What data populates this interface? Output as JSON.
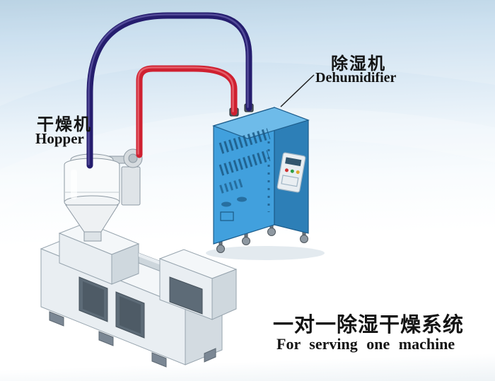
{
  "labels": {
    "hopper_cn": "干燥机",
    "hopper_en": "Hopper",
    "dehumidifier_cn": "除湿机",
    "dehumidifier_en": "Dehumidifier",
    "caption_cn": "一对一除湿干燥系统",
    "caption_en": "For serving one machine"
  },
  "colors": {
    "pipe_red": "#cf2030",
    "pipe_red_highlight": "#ef8089",
    "pipe_navy": "#251d6e",
    "pipe_navy_highlight": "#6c64b0",
    "cabinet_front": "#41a0dd",
    "cabinet_side": "#2d7fb7",
    "cabinet_top": "#6ebbe9",
    "cabinet_outline": "#1d5d8c",
    "vent_dark": "#1c5a86",
    "machine_top": "#f4f7f9",
    "machine_front": "#e9eef2",
    "machine_side": "#d3dbe1",
    "panel_dark": "#5d6b77",
    "hopper_body": "#f8fafb",
    "background_sky": "#b7d1e4"
  }
}
